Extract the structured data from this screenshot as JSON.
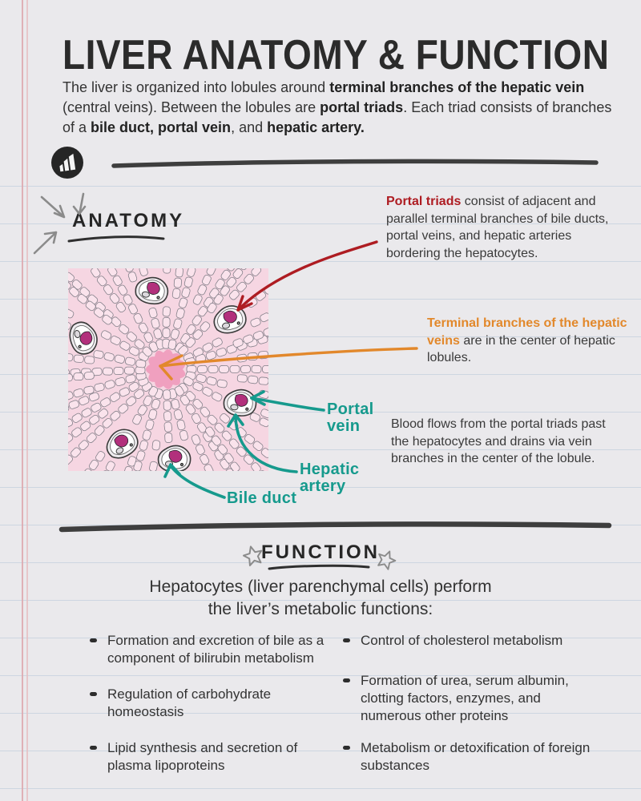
{
  "header": {
    "title": "LIVER ANATOMY & FUNCTION",
    "intro": {
      "s1": "The liver is organized into lobules around ",
      "b1": "terminal branches of the hepatic vein",
      "s2": " (central veins). Between the lobules are ",
      "b2": "portal triads",
      "s3": ". Each triad consists of branches of a ",
      "b3": "bile duct, portal vein",
      "s4": ", and ",
      "b4": "hepatic artery."
    }
  },
  "anatomy": {
    "heading": "ANATOMY",
    "annotations": {
      "portal_triads_lead": "Portal triads",
      "portal_triads_rest": " consist of adjacent and parallel terminal branches of bile ducts, portal veins, and hepatic arteries bordering the hepatocytes.",
      "hepatic_veins_lead": "Terminal branches of the hepatic veins",
      "hepatic_veins_rest": " are in the center of hepatic lobules.",
      "blood_flow": "Blood flows from the portal triads past the hepatocytes and drains via vein branches in the center of the lobule."
    },
    "labels": {
      "portal_vein_line1": "Portal",
      "portal_vein_line2": "vein",
      "hepatic_artery_line1": "Hepatic",
      "hepatic_artery_line2": "artery",
      "bile_duct": "Bile duct"
    }
  },
  "function_section": {
    "heading": "FUNCTION",
    "subheading_line1": "Hepatocytes (liver parenchymal cells) perform",
    "subheading_line2": "the liver’s metabolic functions:",
    "bullets_left": [
      "Formation and excretion of bile as a component of bilirubin metabolism",
      "Regulation of carbohydrate homeostasis",
      "Lipid synthesis and secretion of plasma lipoproteins"
    ],
    "bullets_right": [
      "Control of cholesterol metabolism",
      "Formation of urea, serum albumin, clotting factors, enzymes, and numerous other proteins",
      "Metabolism or detoxification of foreign substances"
    ]
  },
  "colors": {
    "paper": "#eae9ec",
    "ink": "#2f2f2f",
    "divider": "#3e3e3e",
    "gray_doodle": "#8b8b8b",
    "red_accent": "#ae1c22",
    "orange_accent": "#e2882b",
    "teal_accent": "#169a8d",
    "illustration_bg": "#f6d6e2",
    "cell_fill": "#fae3ec",
    "cell_stroke": "#84808a",
    "central_vein": "#f0a0bf",
    "portal_vein_fill": "#b2307c"
  }
}
